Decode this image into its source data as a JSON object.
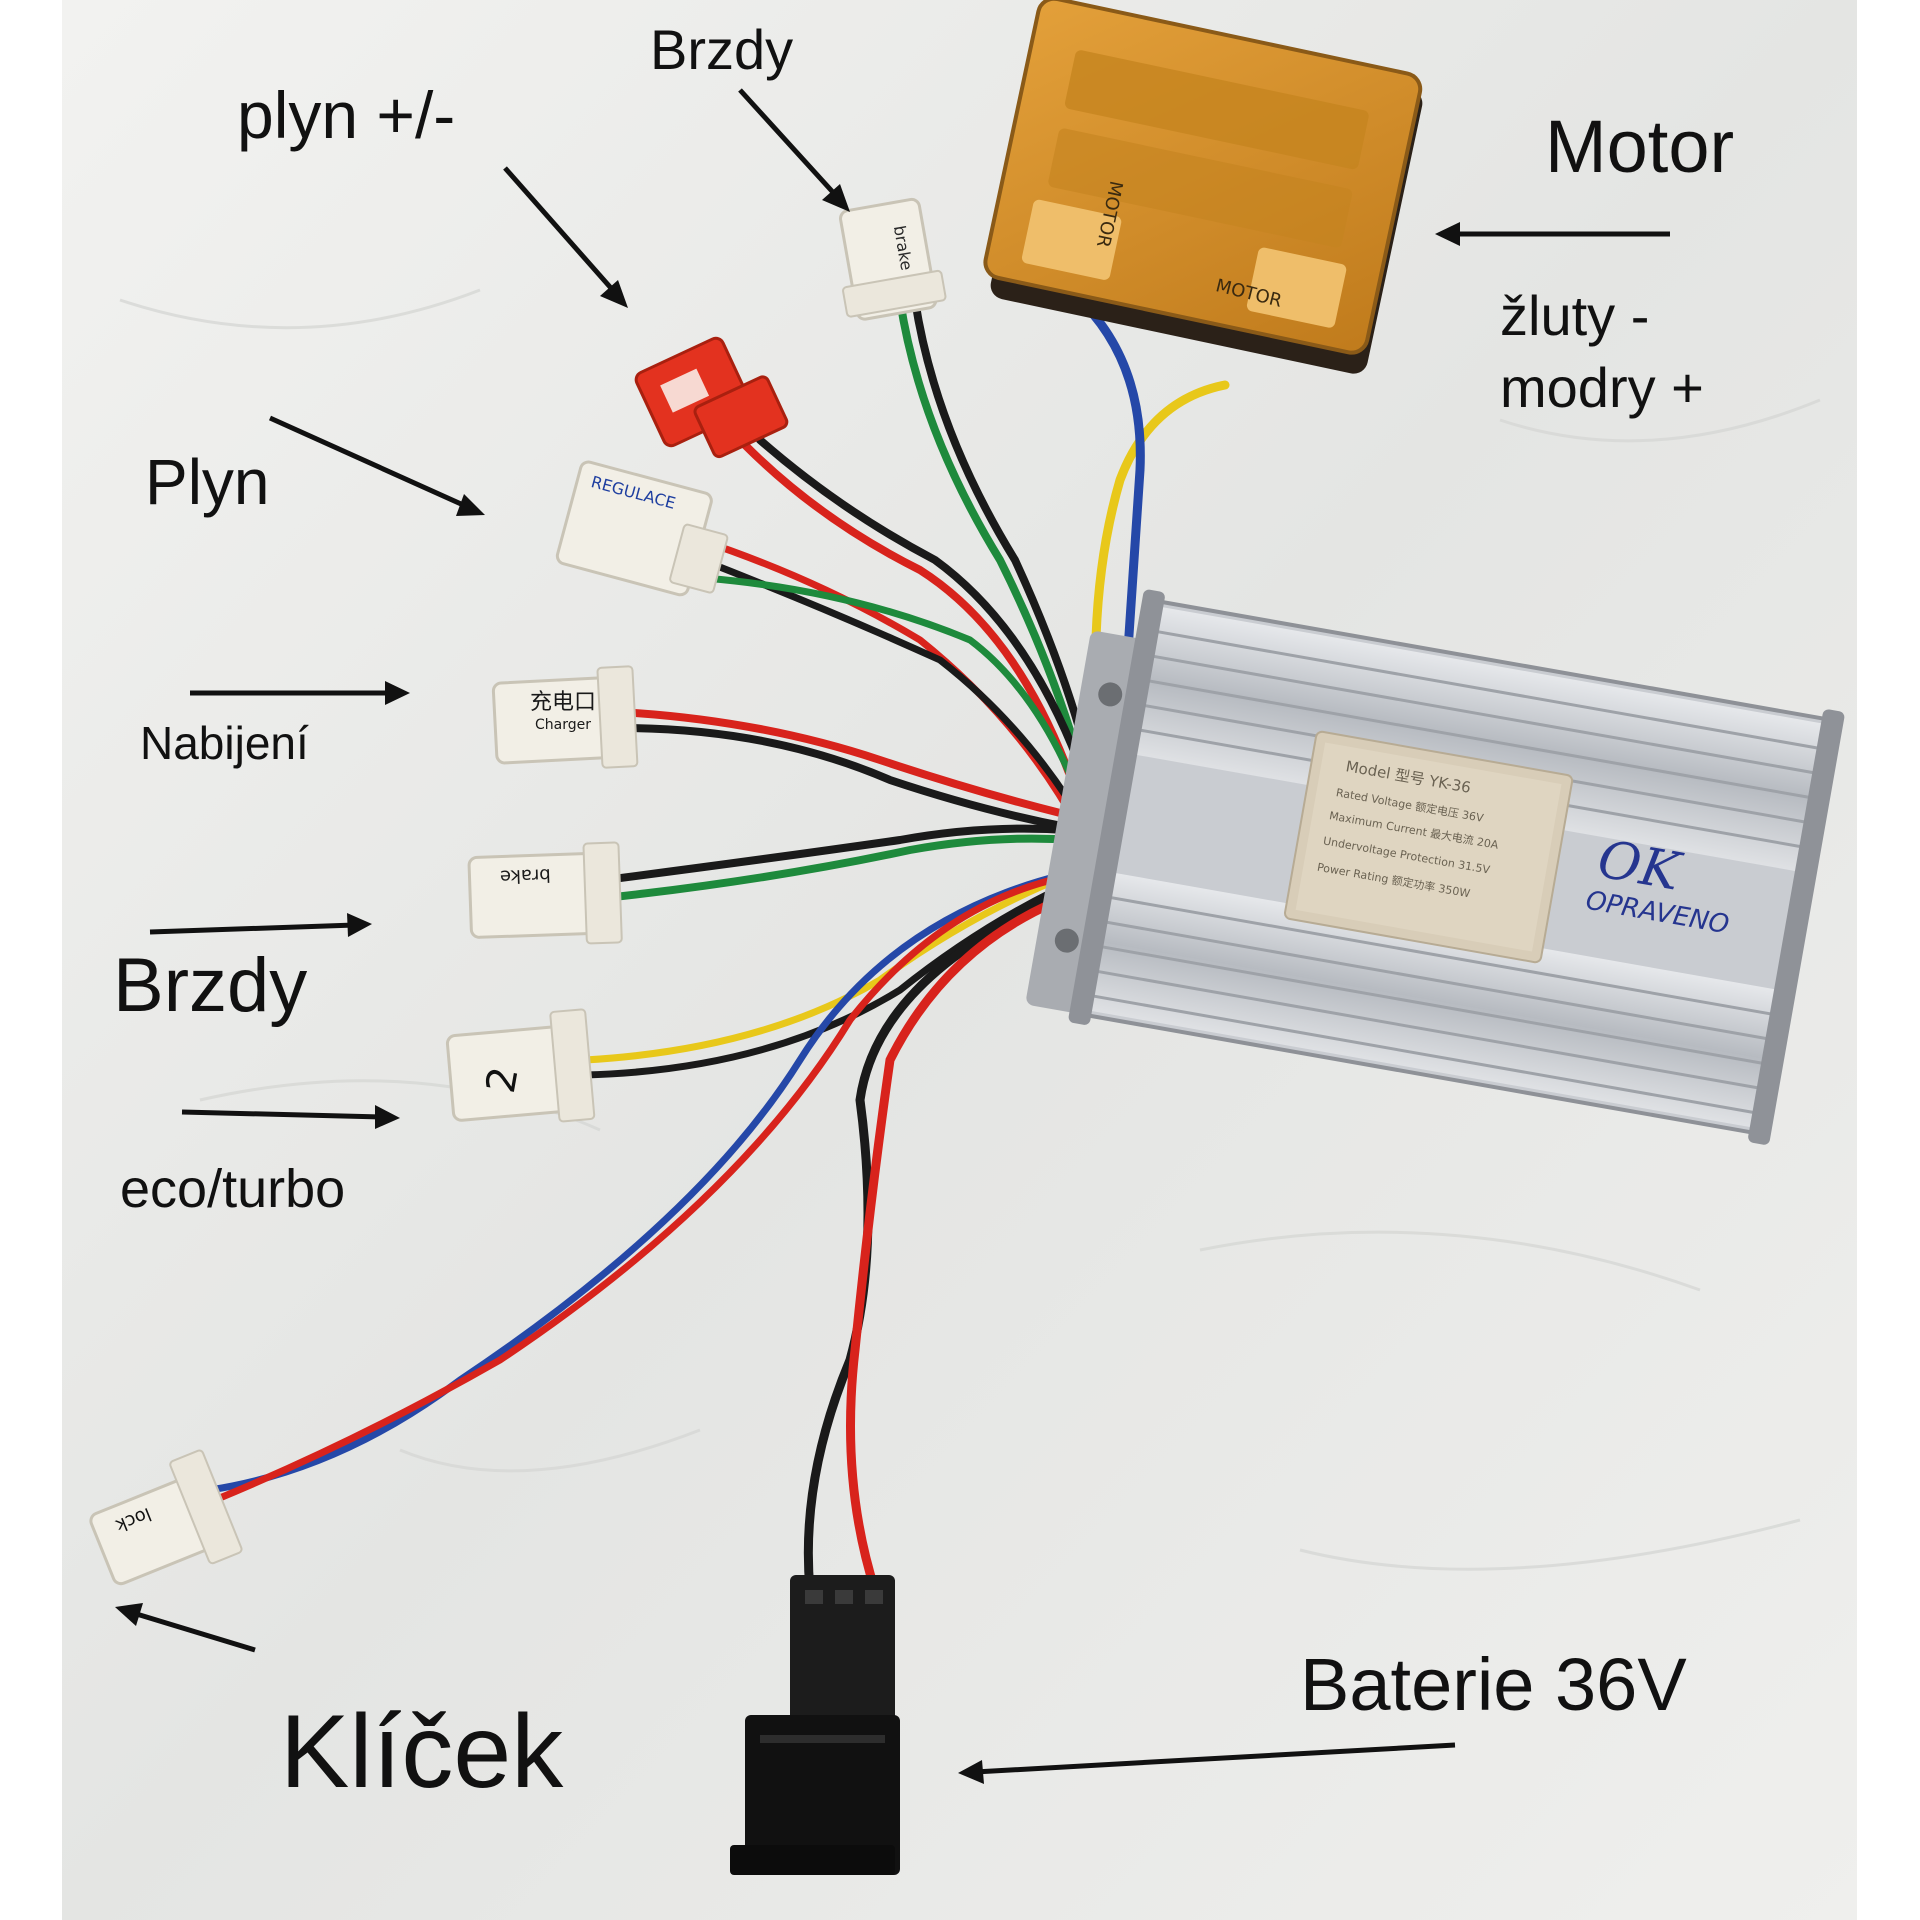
{
  "labels": {
    "brzdy_top": "Brzdy",
    "plyn_pm": "plyn +/-",
    "motor": "Motor",
    "motor_note_1": "žluty -",
    "motor_note_2": "modry +",
    "plyn": "Plyn",
    "nabijeni": "Nabijení",
    "brzdy_left": "Brzdy",
    "eco_turbo": "eco/turbo",
    "klicek": "Klíček",
    "baterie": "Baterie 36V"
  },
  "hardware_text": {
    "motor_plug_a": "MOTOR",
    "motor_plug_b": "MOTOR",
    "brake_top": "brake",
    "brake_left": "brake",
    "charger_cn": "充电口",
    "charger_en": "Charger",
    "throttle_en": "REGULACE",
    "switch_mark": "2",
    "lock": "lock",
    "handwritten_1": "OK",
    "handwritten_2": "OPRAVENO",
    "sticker_model": "Model 型号 YK-36",
    "sticker_line2": "Rated Voltage 额定电压 36V",
    "sticker_line3": "Maximum Current 最大电流 20A",
    "sticker_line4": "Undervoltage Protection 31.5V",
    "sticker_line5": "Power Rating 额定功率 350W"
  },
  "colors": {
    "wire_red": "#d8231c",
    "wire_black": "#1a1a1a",
    "wire_green": "#1e8a3c",
    "wire_blue": "#2548a8",
    "wire_yellow": "#e8c81a",
    "connector_white": "#f2efe6",
    "connector_red": "#e3321f",
    "motor_plug": "#d9902a",
    "housing": "#c9ccd1",
    "background": "#ececea"
  }
}
